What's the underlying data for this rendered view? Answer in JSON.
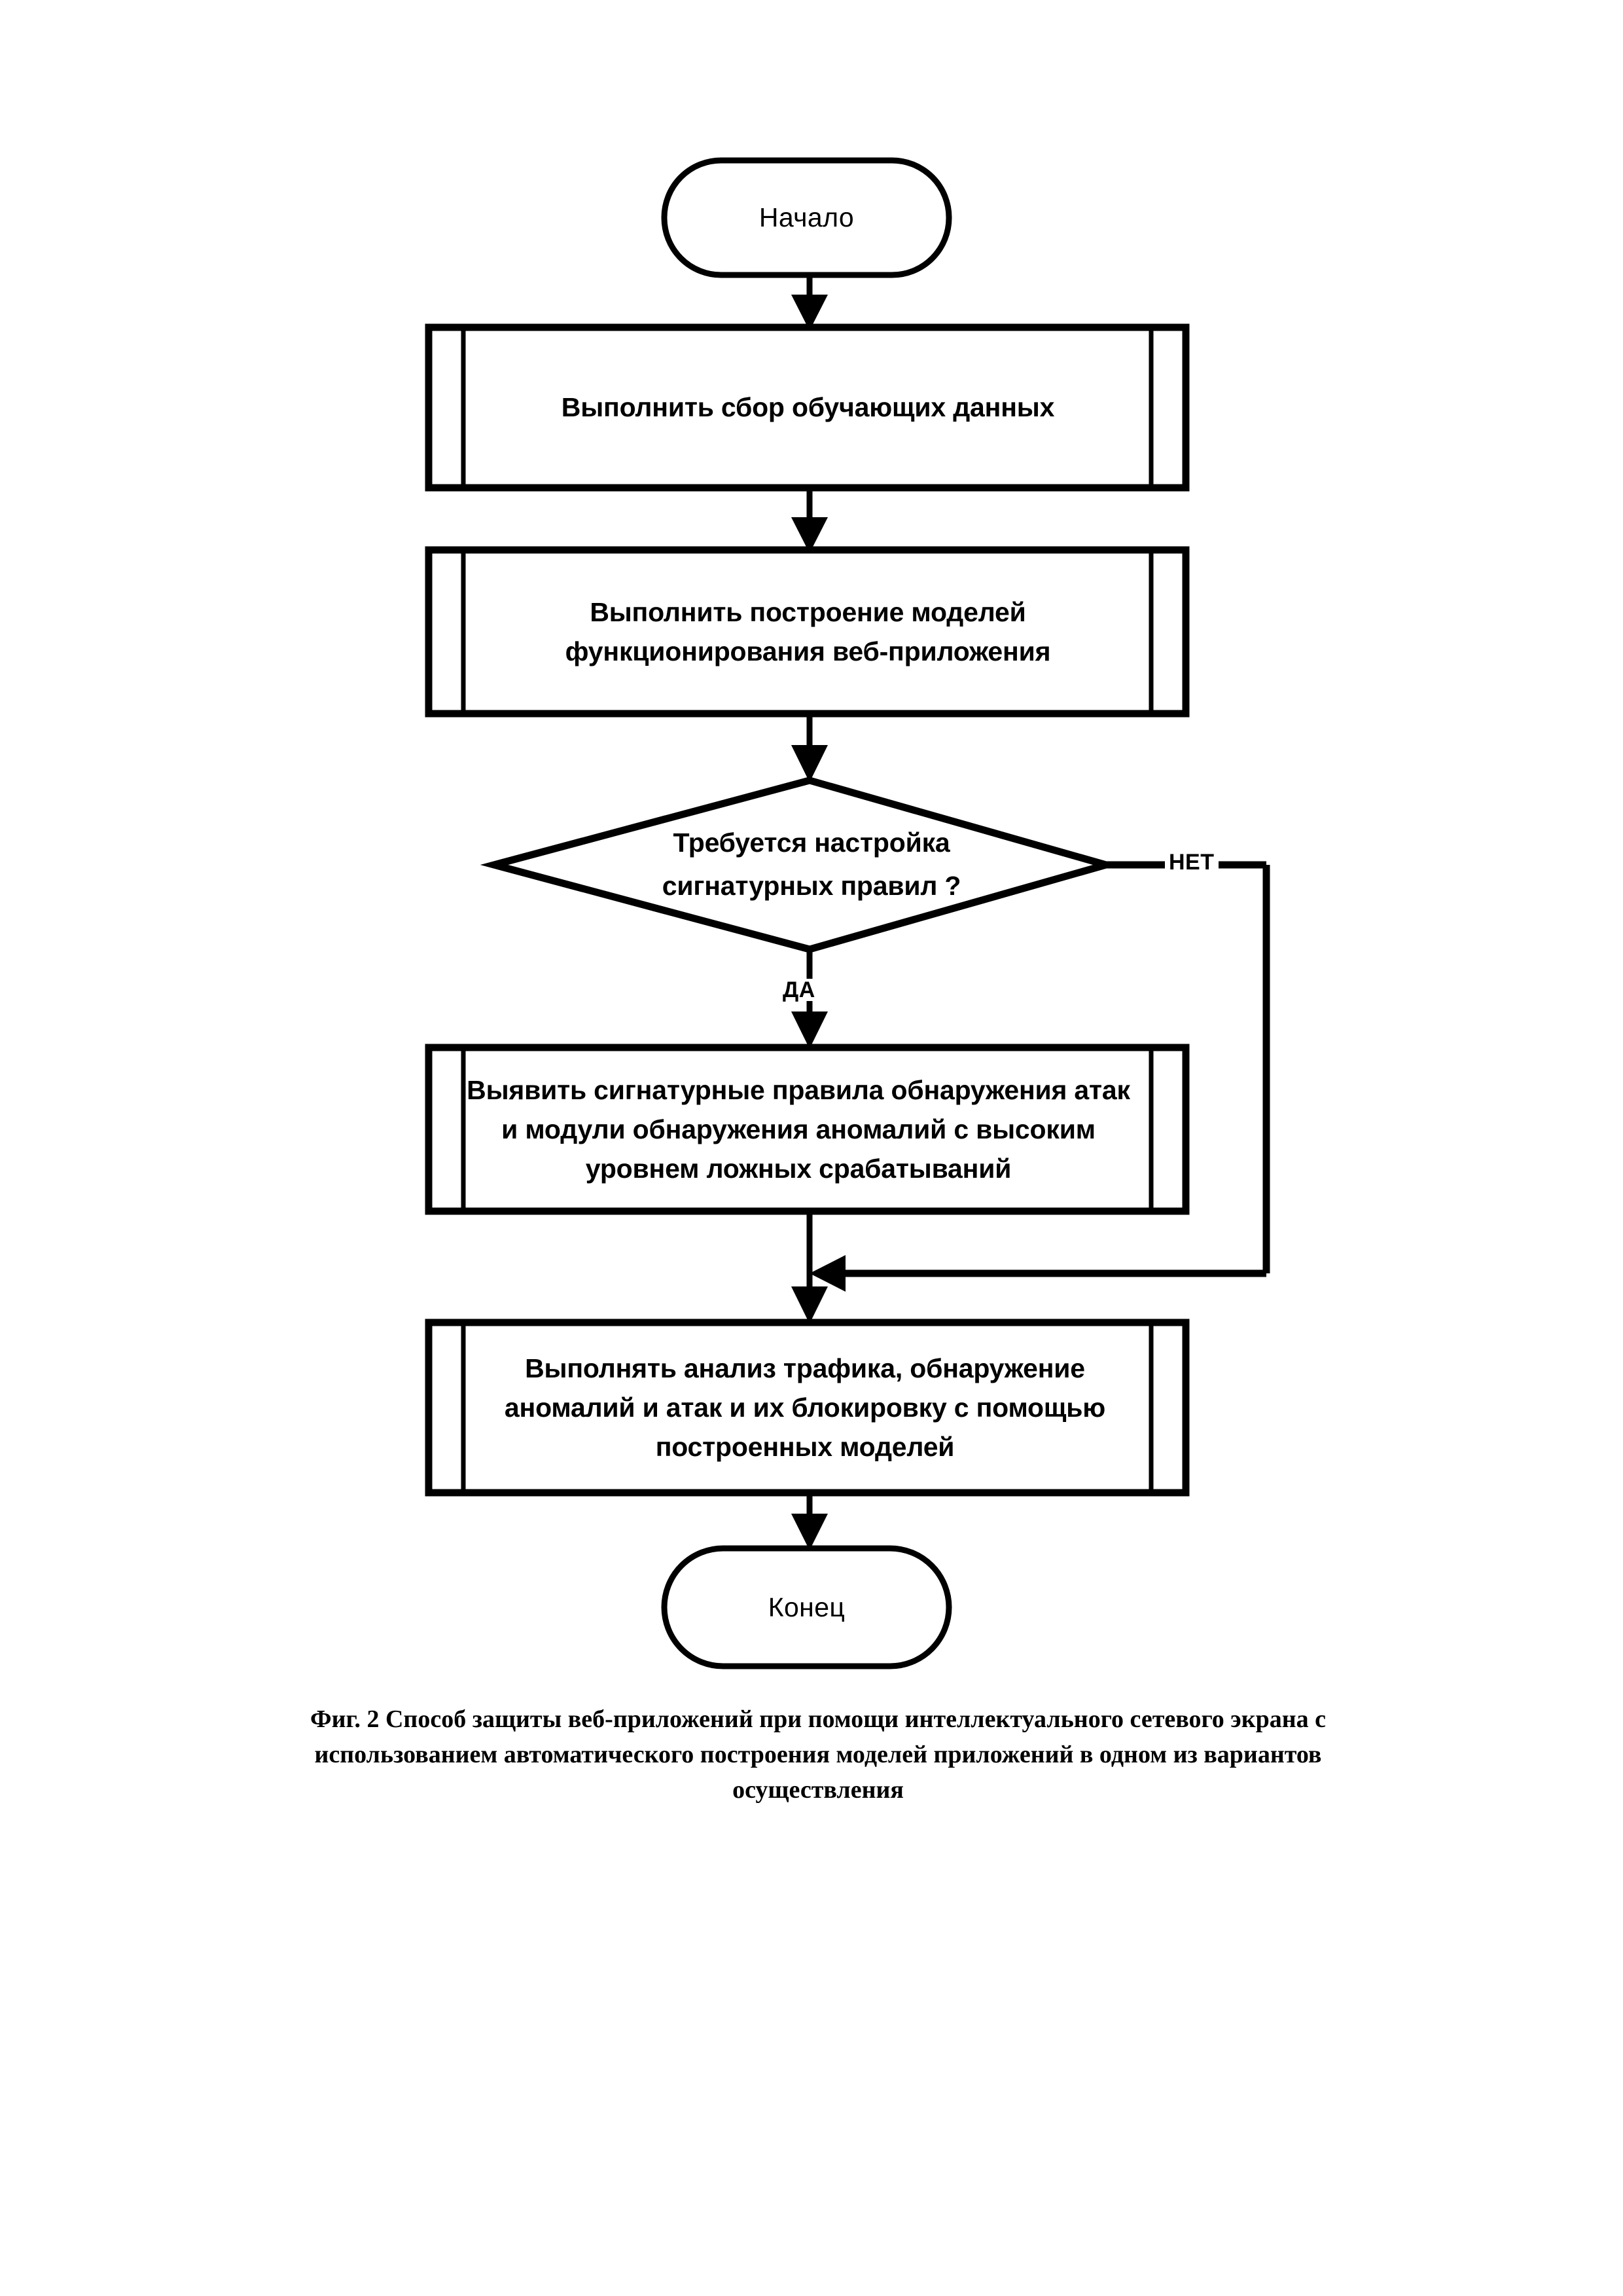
{
  "figure": {
    "caption": "Фиг.  2 Способ защиты веб-приложений при помощи интеллектуального сетевого экрана с использованием автоматического построения моделей приложений в одном из вариантов осуществления",
    "caption_lines": [
      "Фиг.  2 Способ защиты веб-приложений при помощи интеллектуального сетевого экрана с",
      "использованием автоматического построения моделей приложений в одном из вариантов",
      "осуществления"
    ]
  },
  "diagram": {
    "type": "flowchart",
    "orientation": "top-to-bottom",
    "stroke_color": "#000000",
    "fill_color": "#ffffff",
    "nodes": {
      "start": {
        "shape": "terminator",
        "label": "Начало"
      },
      "step_collect": {
        "shape": "predefined-process",
        "label": "Выполнить сбор обучающих данных"
      },
      "step_build_models": {
        "shape": "predefined-process",
        "label": "Выполнить построение моделей\nфункционирования веб-приложения"
      },
      "decision_rules": {
        "shape": "decision",
        "label": "Требуется настройка\nсигнатурных правил ?"
      },
      "step_identify_rules": {
        "shape": "predefined-process",
        "label": "Выявить сигнатурные правила обнаружения атак\nи модули обнаружения аномалий с высоким\nуровнем ложных срабатываний"
      },
      "step_analyze_traffic": {
        "shape": "predefined-process",
        "label": "Выполнять анализ трафика, обнаружение\nаномалий и атак и их блокировку с помощью\nпостроенных моделей"
      },
      "end": {
        "shape": "terminator",
        "label": "Конец"
      }
    },
    "branch_labels": {
      "yes": "ДА",
      "no": "НЕТ"
    },
    "edges": [
      {
        "from": "start",
        "to": "step_collect",
        "label": ""
      },
      {
        "from": "step_collect",
        "to": "step_build_models",
        "label": ""
      },
      {
        "from": "step_build_models",
        "to": "decision_rules",
        "label": ""
      },
      {
        "from": "decision_rules",
        "to": "step_identify_rules",
        "label": "ДА"
      },
      {
        "from": "decision_rules",
        "to": "step_analyze_traffic",
        "label": "НЕТ"
      },
      {
        "from": "step_identify_rules",
        "to": "step_analyze_traffic",
        "label": ""
      },
      {
        "from": "step_analyze_traffic",
        "to": "end",
        "label": ""
      }
    ]
  }
}
